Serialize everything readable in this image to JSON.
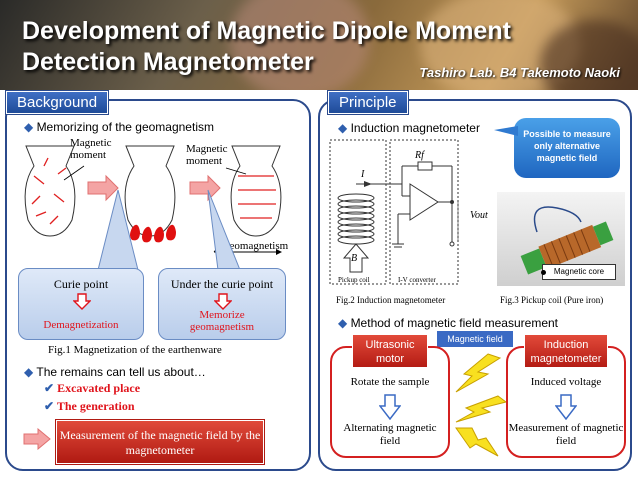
{
  "header": {
    "title_line1": "Development of Magnetic Dipole Moment",
    "title_line2": "Detection Magnetometer",
    "author": "Tashiro Lab. B4 Takemoto Naoki"
  },
  "background": {
    "tag": "Background",
    "bullet1": "Memorizing of the geomagnetism",
    "label_magnetic_moment_1": "Magnetic moment",
    "label_magnetic_moment_2": "Magnetic moment",
    "label_geomagnetism": "geomagnetism",
    "callout_left_title": "Curie point",
    "callout_left_result": "Demagnetization",
    "callout_right_title": "Under the curie point",
    "callout_right_result": "Memorize geomagnetism",
    "fig1_caption": "Fig.1 Magnetization of the earthenware",
    "bullet2": "The remains can tell us about…",
    "checks": [
      "Excavated place",
      "The generation"
    ],
    "measure_text": "Measurement of the magnetic field by the magnetometer"
  },
  "principle": {
    "tag": "Principle",
    "bullet1": "Induction magnetometer",
    "bubble": "Possible to measure only alternative magnetic field",
    "circuit": {
      "I": "I",
      "Rf": "Rf",
      "Vout": "Vout",
      "B": "B",
      "pickup": "Pickup coil",
      "converter": "I-V converter"
    },
    "magnetic_core_label": "Magnetic core",
    "fig2_caption": "Fig.2 Induction magnetometer",
    "fig3_caption": "Fig.3 Pickup coil (Pure iron)",
    "bullet2": "Method of magnetic field measurement",
    "magnetic_field_label": "Magnetic field",
    "left_box": {
      "head": "Ultrasonic motor",
      "top": "Rotate the sample",
      "bottom": "Alternating magnetic field"
    },
    "right_box": {
      "head": "Induction magnetometer",
      "top": "Induced voltage",
      "bottom": "Measurement of magnetic field"
    }
  },
  "colors": {
    "panel_border": "#2b4a8c",
    "accent_red": "#e0141c",
    "tag_blue": "#2f5fae",
    "box_red": "#d42020"
  }
}
